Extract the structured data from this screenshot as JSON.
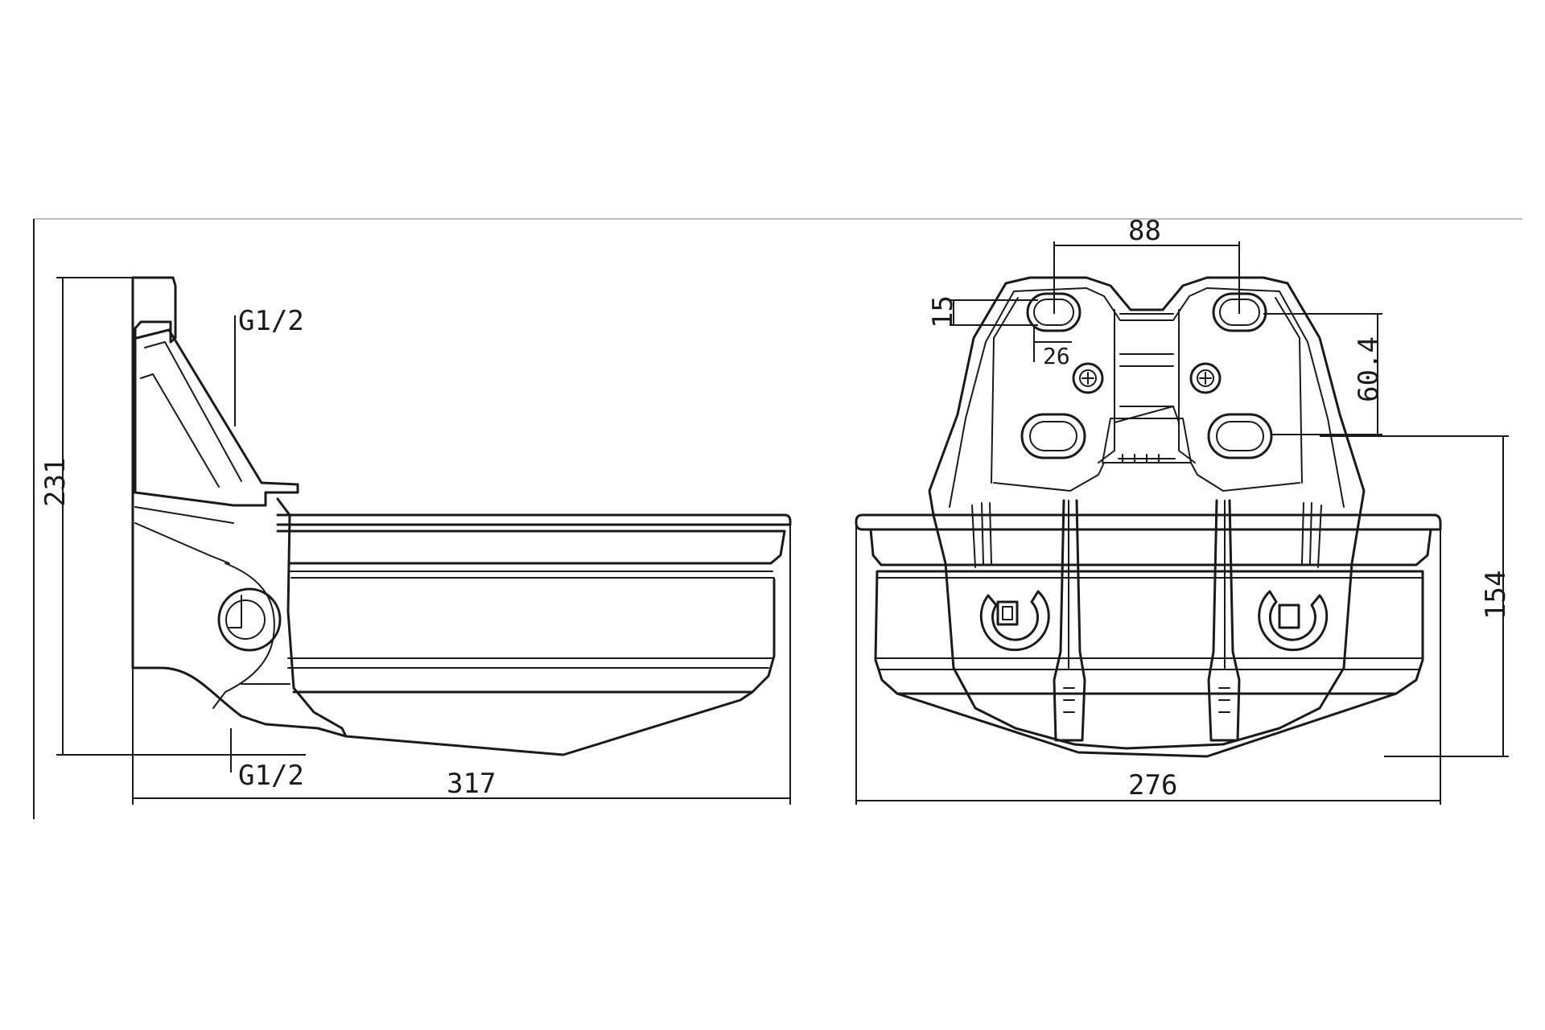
{
  "drawing": {
    "side_view": {
      "height_dim": "231",
      "width_dim": "317",
      "inlet_top": "G1/2",
      "inlet_bottom": "G1/2"
    },
    "front_view": {
      "hole_spacing_dim": "88",
      "slot_height_dim": "15",
      "slot_length_dim": "26",
      "bracket_height_dim": "60.4",
      "body_height_dim": "154",
      "width_dim": "276"
    },
    "colors": {
      "line": "#1a1a1a",
      "frame": "#bdbdbd",
      "background": "#ffffff"
    }
  }
}
